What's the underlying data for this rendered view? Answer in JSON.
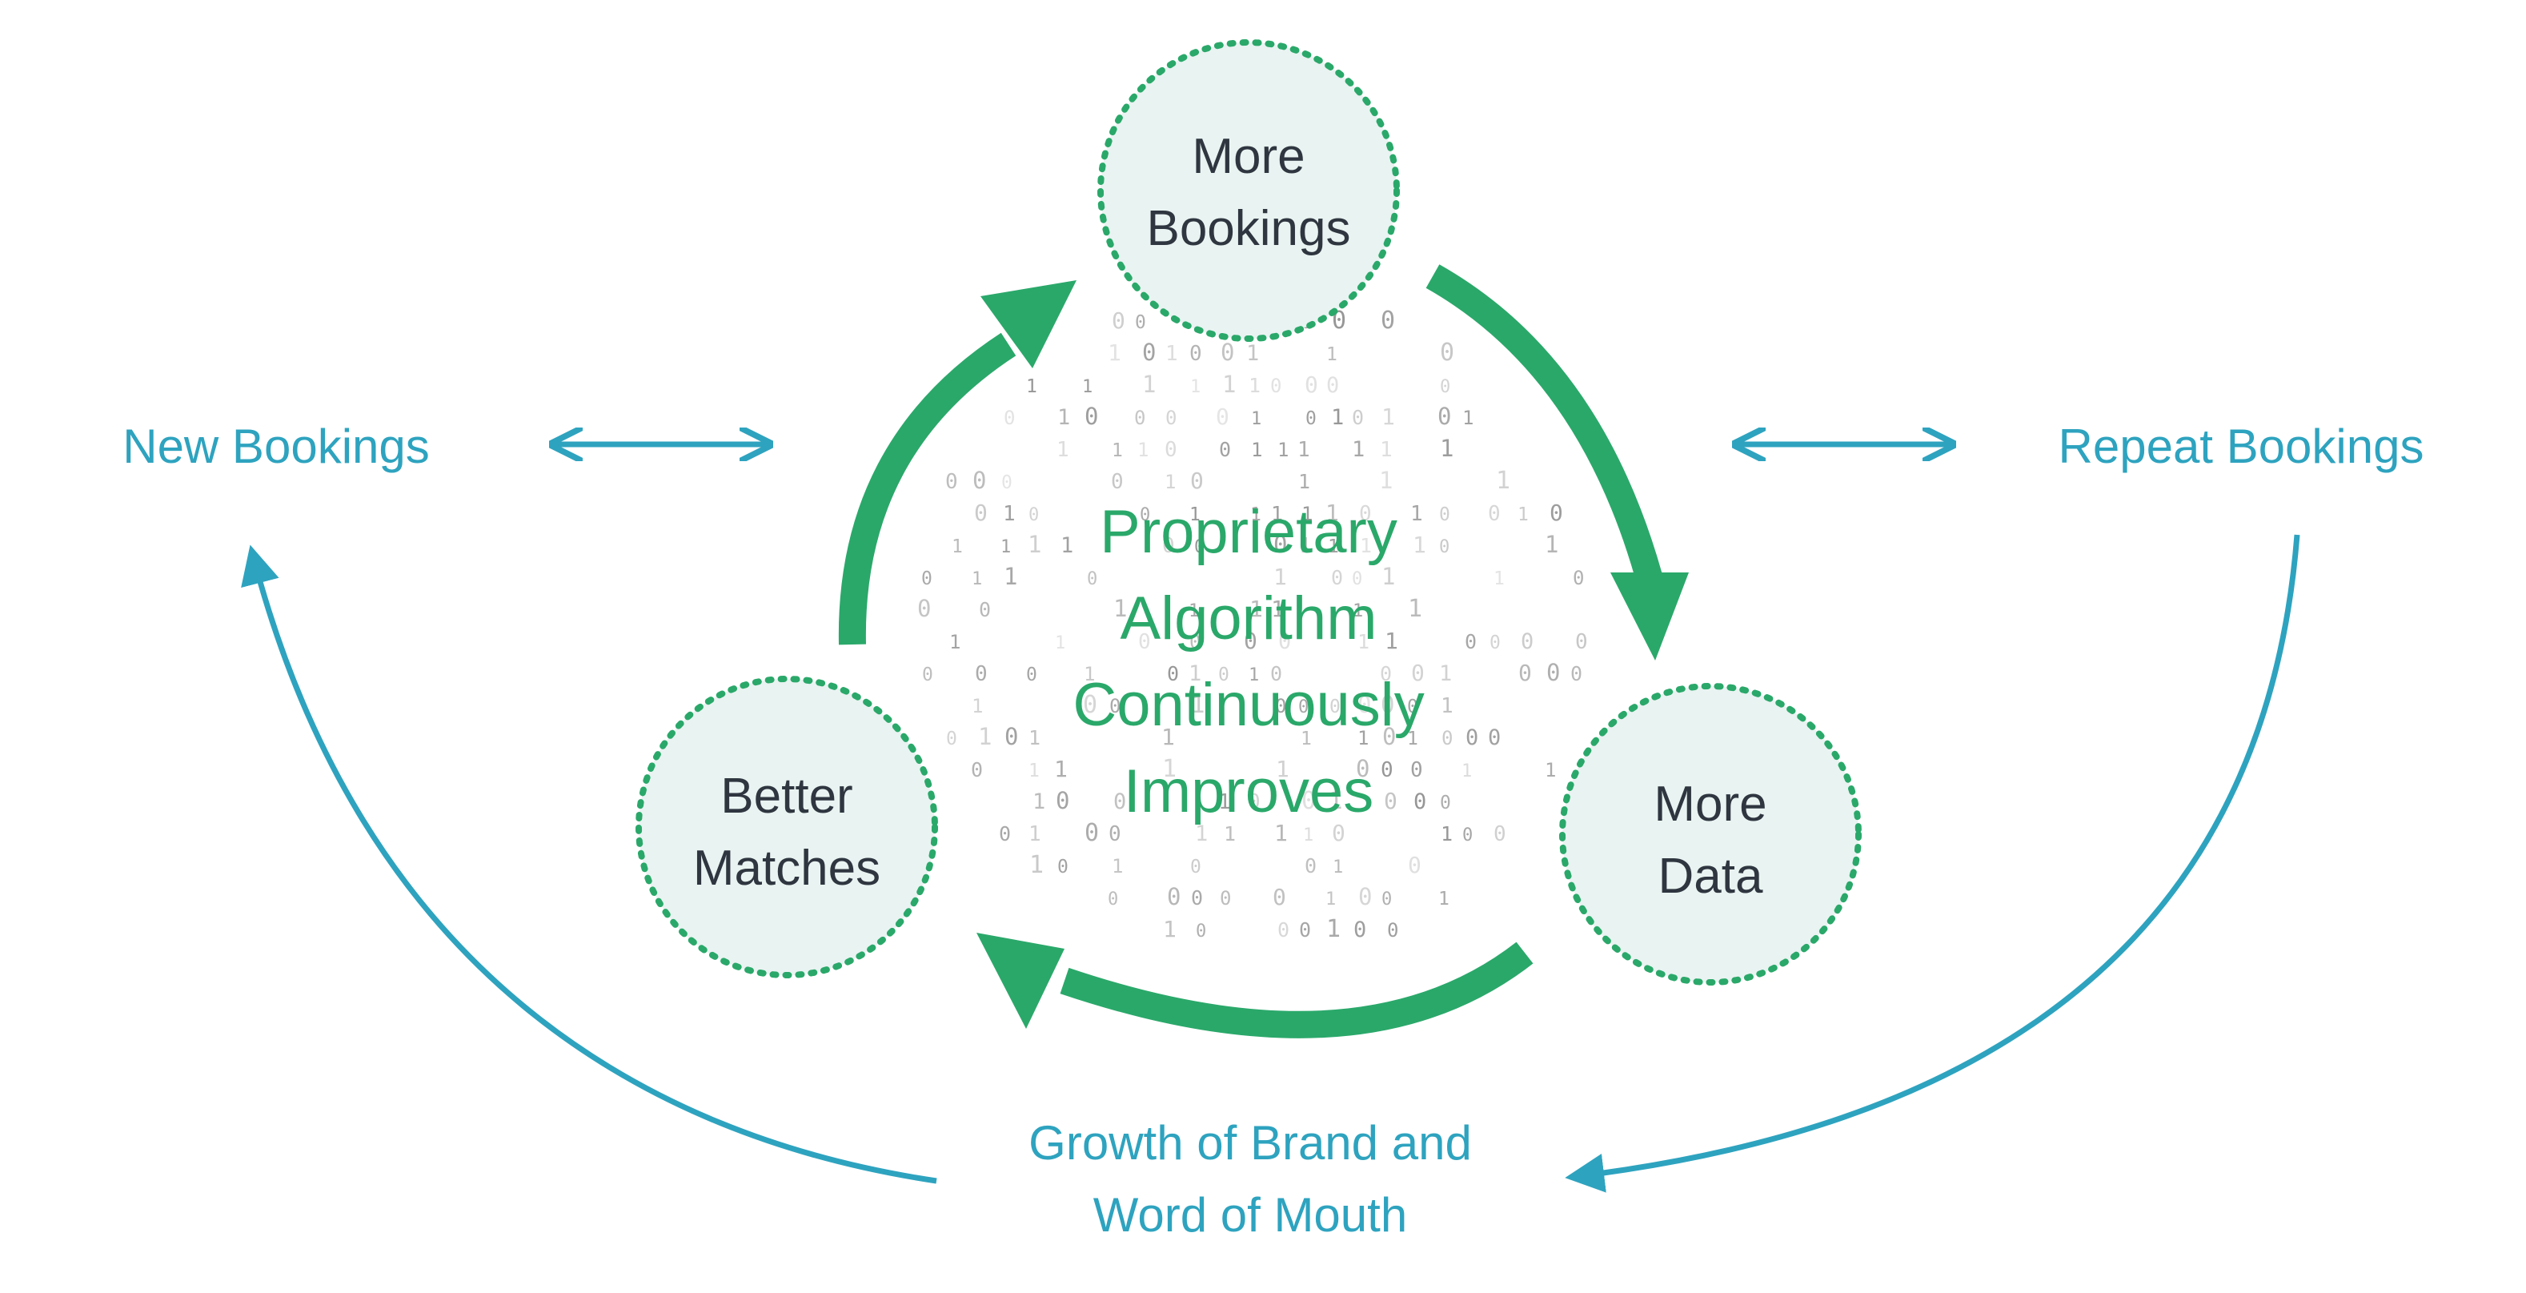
{
  "colors": {
    "green": "#2aa86a",
    "blue": "#2ea3bf",
    "node_fill": "#e9f3f1",
    "node_text": "#2f3640"
  },
  "center": {
    "lines": [
      "Proprietary",
      "Algorithm",
      "Continuously",
      "Improves"
    ]
  },
  "nodes": {
    "top": {
      "lines": [
        "More",
        "Bookings"
      ]
    },
    "right": {
      "lines": [
        "More",
        "Data"
      ]
    },
    "left": {
      "lines": [
        "Better",
        "Matches"
      ]
    }
  },
  "labels": {
    "new_bookings": "New Bookings",
    "repeat_bookings": "Repeat Bookings",
    "growth": [
      "Growth of Brand and",
      "Word of Mouth"
    ]
  },
  "icons": {
    "cycle_arrows": "green-cycle-arrow",
    "double_arrows": "double-headed-arrow",
    "feedback_arrows": "curved-arrow"
  }
}
